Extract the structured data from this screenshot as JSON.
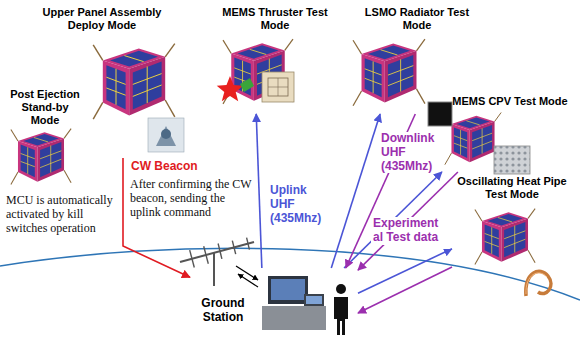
{
  "diagram": {
    "nodes": [
      {
        "text": [
          "Post Ejection Stand-by Mode"
        ]
      },
      {
        "text": [
          "Upper Panel Assembly Deploy Mode"
        ]
      },
      {
        "text": [
          "MEMS Thruster Test Mode"
        ]
      },
      {
        "text": [
          "LSMO Radiator Test Mode"
        ]
      },
      {
        "text": [
          "MEMS CPV Test Mode"
        ]
      },
      {
        "text": [
          "Oscillating Heat Pipe Test Mode"
        ]
      },
      {
        "text": [
          "Ground Station"
        ]
      }
    ],
    "edges": [
      {
        "from": 1,
        "to": 6,
        "arrow": "to",
        "label": "CW Beacon"
      },
      {
        "from": 6,
        "to": 2,
        "arrow": "to",
        "label": "Uplink UHF (435Mhz)"
      },
      {
        "from": 6,
        "to": 3,
        "arrow": "to"
      },
      {
        "from": 6,
        "to": 4,
        "arrow": "to"
      },
      {
        "from": 6,
        "to": 5,
        "arrow": "to"
      },
      {
        "from": 3,
        "to": 6,
        "arrow": "to",
        "label": "Downlink UHF (435Mhz)"
      },
      {
        "from": 4,
        "to": 6,
        "arrow": "to",
        "label": "Experiment al Test data"
      },
      {
        "from": 5,
        "to": 6,
        "arrow": "to"
      }
    ],
    "labels": [
      "MCU is automatically activated by kill switches operation",
      "After confirming the CW beacon, sending the uplink command"
    ]
  }
}
